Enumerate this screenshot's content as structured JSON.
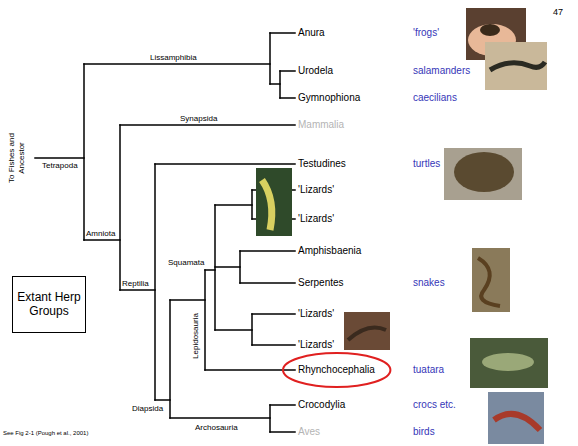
{
  "diagram": {
    "nodes": [
      {
        "text": [
          "Extant Herp Groups"
        ]
      },
      {
        "text": [
          "Rhynchocephalia"
        ]
      }
    ],
    "labels": [
      "47",
      "Lissamphibia",
      "Anura",
      "'frogs'",
      "Urodela",
      "salamanders",
      "Gymnophiona",
      "caecilians",
      "To Fishes and Ancestor",
      "Tetrapoda",
      "Synapsida",
      "Mammalia",
      "Amniota",
      "Testudines",
      "turtles",
      "'Lizards'",
      "'Lizards'",
      "Reptilia",
      "Amphisbaenia",
      "Squamata",
      "Serpentes",
      "snakes",
      "'Lizards'",
      "'Lizards'",
      "Lepidosauria",
      "tuatara",
      "Crocodylia",
      "crocs etc.",
      "Diapsida",
      "Archosauria",
      "Aves",
      "birds",
      "See Fig 2-1 (Pough et al., 2001)"
    ]
  }
}
